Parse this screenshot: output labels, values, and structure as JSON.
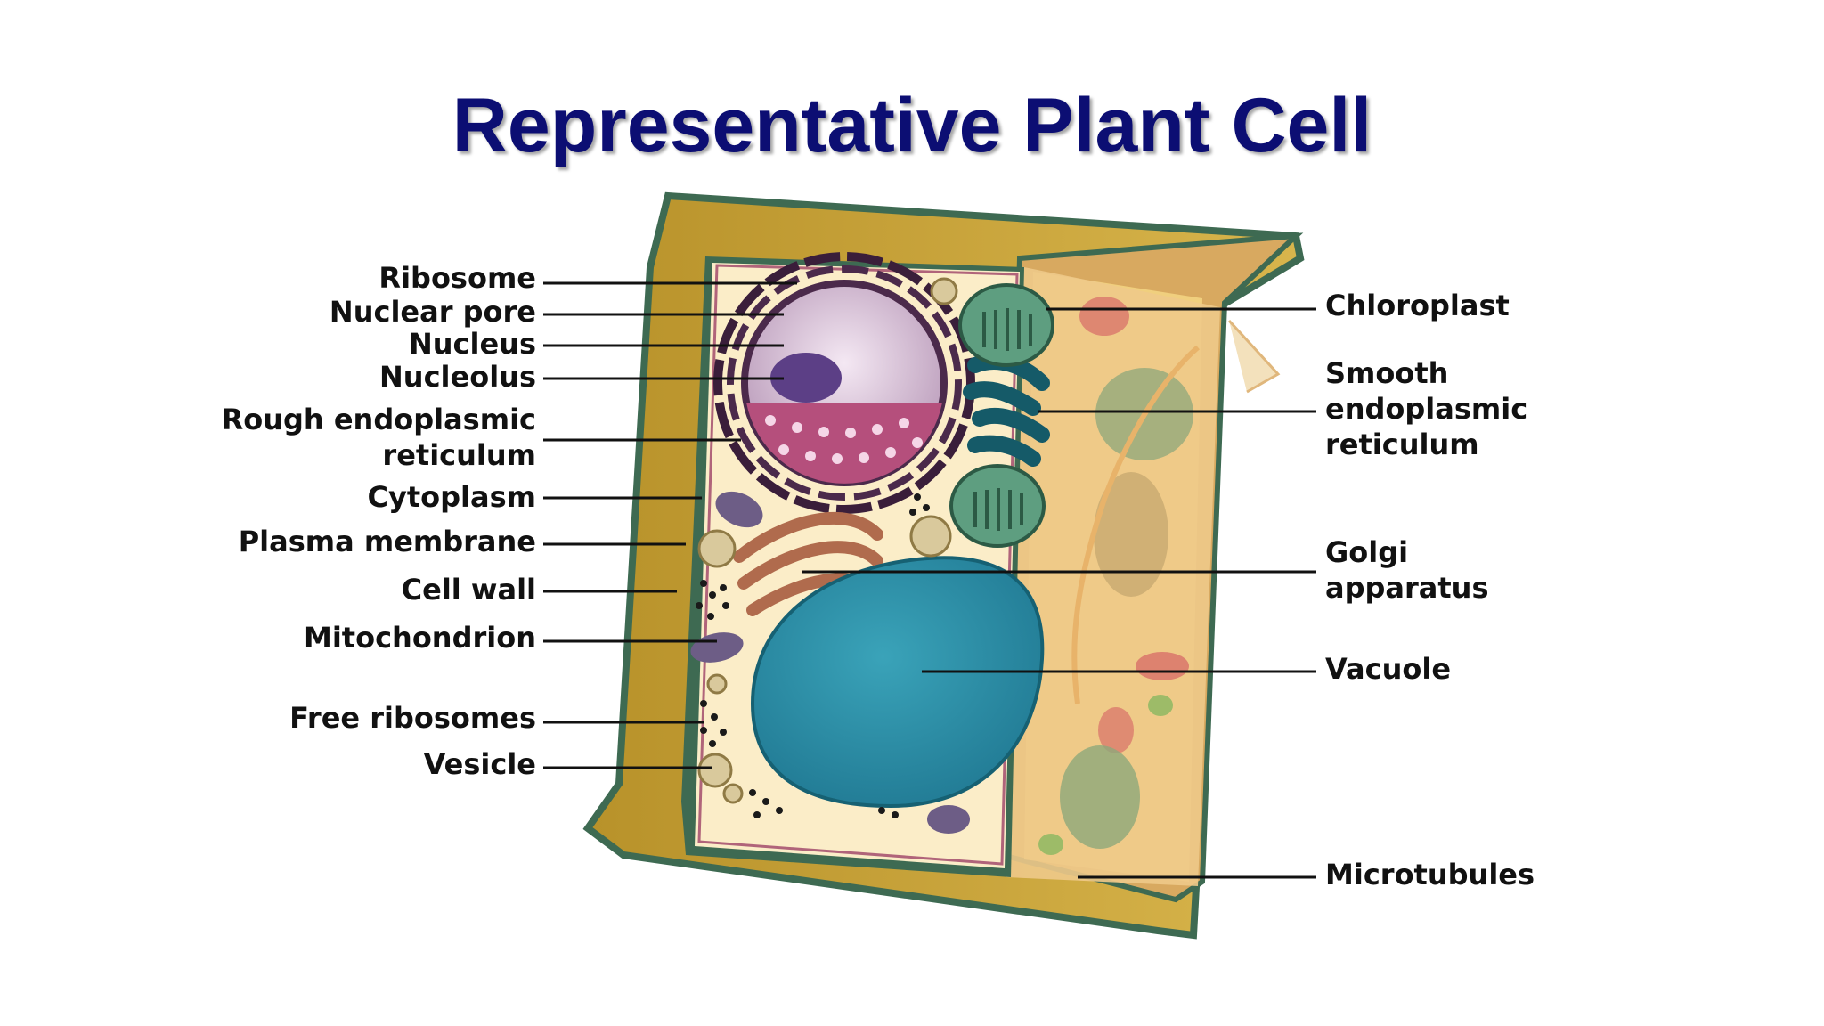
{
  "title": "Representative Plant Cell",
  "labels": {
    "ribosome": "Ribosome",
    "nuclear_pore": "Nuclear pore",
    "nucleus": "Nucleus",
    "nucleolus": "Nucleolus",
    "rough_er_1": "Rough endoplasmic",
    "rough_er_2": "reticulum",
    "cytoplasm": "Cytoplasm",
    "plasma_membrane": "Plasma membrane",
    "cell_wall": "Cell wall",
    "mitochondrion": "Mitochondrion",
    "free_ribosomes": "Free ribosomes",
    "vesicle": "Vesicle",
    "chloroplast": "Chloroplast",
    "smooth_er_1": "Smooth",
    "smooth_er_2": "endoplasmic",
    "smooth_er_3": "reticulum",
    "golgi_1": "Golgi",
    "golgi_2": "apparatus",
    "vacuole": "Vacuole",
    "microtubules": "Microtubules"
  },
  "colors": {
    "title": "#0c0e73",
    "cell_wall": "#c8a43a",
    "cytoplasm": "#fbedc8",
    "nucleus": "#d9c1d9",
    "vacuole": "#2f8ea6",
    "chloroplast": "#5e9e80",
    "golgi": "#b06b4d"
  }
}
